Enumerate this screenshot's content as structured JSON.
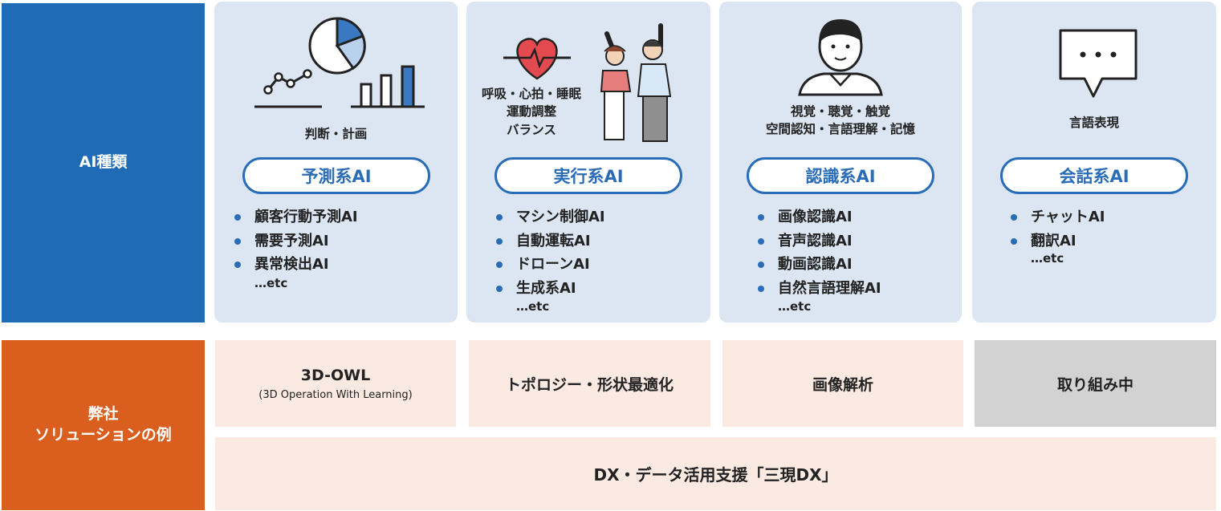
{
  "left": {
    "ai_label": "AI種類",
    "solution_label": "弊社\nソリューションの例"
  },
  "cards": [
    {
      "id": "predict",
      "caption": "判断・計画",
      "pill": "予測系AI",
      "items": [
        "顧客行動予測AI",
        "需要予測AI",
        "異常検出AI"
      ],
      "etc": "…etc",
      "illustration": "line-chart-pie-bar-icon"
    },
    {
      "id": "execute",
      "caption": "呼吸・心拍・睡眠\n運動調整\nバランス",
      "pill": "実行系AI",
      "items": [
        "マシン制御AI",
        "自動運転AI",
        "ドローンAI",
        "生成系AI"
      ],
      "etc": "…etc",
      "illustration": "heart-exercise-people-icon"
    },
    {
      "id": "recognize",
      "caption": "視覚・聴覚・触覚\n空間認知・言語理解・記憶",
      "pill": "認識系AI",
      "items": [
        "画像認識AI",
        "音声認識AI",
        "動画認識AI",
        "自然言語理解AI"
      ],
      "etc": "…etc",
      "illustration": "person-bust-icon"
    },
    {
      "id": "conversation",
      "caption": "言語表現",
      "pill": "会話系AI",
      "items": [
        "チャットAI",
        "翻訳AI"
      ],
      "etc": "…etc",
      "illustration": "speech-bubble-icon"
    }
  ],
  "solutions": [
    {
      "title": "3D-OWL",
      "sub": "(3D Operation With Learning)"
    },
    {
      "title": "トポロジー・形状最適化"
    },
    {
      "title": "画像解析"
    },
    {
      "title": "取り組み中"
    }
  ],
  "wide_solution": "DX・データ活用支援「三現DX」",
  "colors": {
    "ai_side": "#1f6bb5",
    "solution_side": "#da5f1e",
    "card_bg": "#dce6f3",
    "accent": "#2a6db6",
    "solution_bg": "#fbeae2",
    "in_progress_bg": "#d2d2d2"
  }
}
